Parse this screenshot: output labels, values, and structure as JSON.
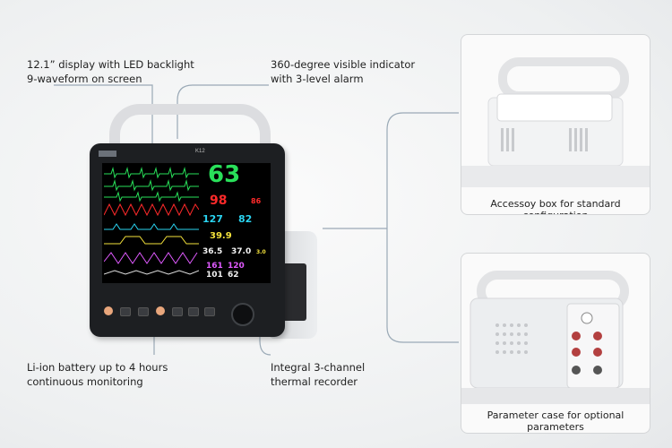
{
  "callouts": {
    "display": [
      "12.1” display with LED backlight",
      "9-waveform on screen"
    ],
    "indicator": [
      "360-degree visible indicator",
      "with 3-level alarm"
    ],
    "battery": [
      "Li-ion battery up to 4 hours",
      "continuous monitoring"
    ],
    "recorder": [
      "Integral 3-channel",
      "thermal recorder"
    ]
  },
  "insets": {
    "accessory_caption": "Accessoy box for standard configuration",
    "parameter_caption": "Parameter case for optional parameters"
  },
  "monitor": {
    "model": "K12",
    "values": {
      "hr": "63",
      "spo2": "98",
      "spo2_small": "86",
      "pr": "127",
      "pr2": "82",
      "temp": "39.9",
      "t1": "36.5",
      "t2": "37.0",
      "t3": "3.0",
      "nibp_sys": "161",
      "nibp_dia": "120",
      "nibp_map": "101",
      "nibp_pr": "62"
    }
  },
  "colors": {
    "hr": "#29e05a",
    "spo2": "#ff2a2a",
    "pr": "#2ad3f0",
    "temp": "#f4e23b",
    "nibp": "#e05aff",
    "white": "#f2f2f2",
    "line": "#8fa3b5"
  }
}
